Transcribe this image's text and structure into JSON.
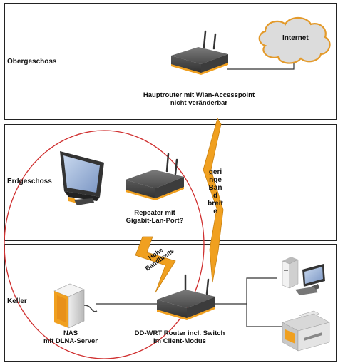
{
  "floors": {
    "top_label": "Obergeschoss",
    "middle_label": "Erdgeschoss",
    "bottom_label": "Keller"
  },
  "cloud": {
    "label": "Internet",
    "icon": "cloud-icon"
  },
  "main_router": {
    "line1": "Hauptrouter mit Wlan-Accesspoint",
    "line2": "nicht veränderbar",
    "icon": "router-icon"
  },
  "repeater": {
    "line1": "Repeater mit",
    "line2": "Gigabit-Lan-Port?",
    "icon": "router-icon"
  },
  "ddwrt_router": {
    "line1": "DD-WRT Router incl. Switch",
    "line2": "im Client-Modus",
    "icon": "router-icon"
  },
  "nas": {
    "line1": "NAS",
    "line2": "mit DLNA-Server",
    "icon": "nas-icon"
  },
  "monitor": {
    "icon": "monitor-icon"
  },
  "pc": {
    "icon": "desktop-pc-icon"
  },
  "printer": {
    "icon": "printer-icon"
  },
  "wireless_low": {
    "lines": [
      "geri",
      "nge",
      "Ban",
      "d",
      "breit",
      "e"
    ]
  },
  "wireless_high": {
    "line1": "Hohe",
    "line2": "Bandbreite"
  },
  "colors": {
    "router_accent": "#f0a020",
    "cloud_fill": "#dcdcdc",
    "circle": "#d03030",
    "bolt": "#f0a020"
  }
}
